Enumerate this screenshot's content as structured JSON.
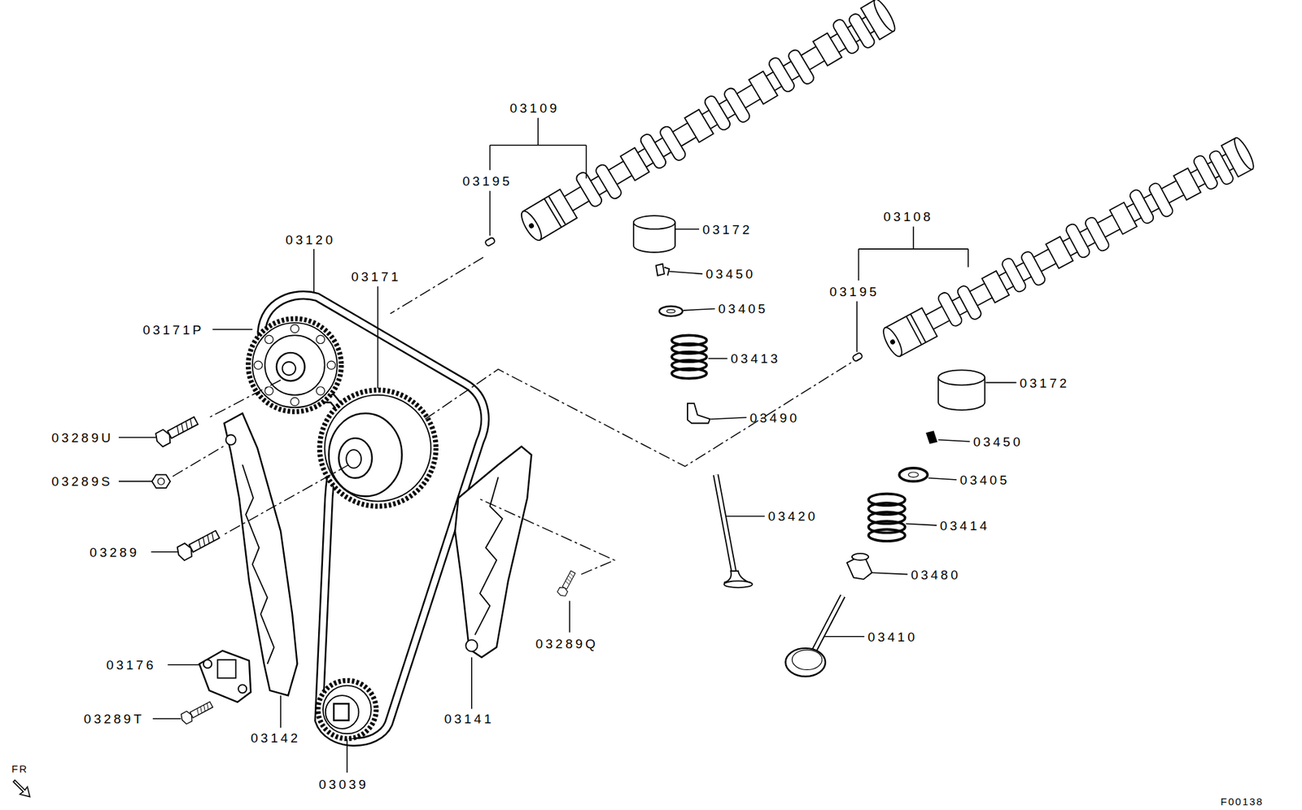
{
  "diagram": {
    "labels": [
      "03109",
      "03195",
      "03172",
      "03120",
      "03171",
      "03450",
      "03108",
      "03195",
      "03405",
      "03171P",
      "03413",
      "03172",
      "03490",
      "03289U",
      "03450",
      "03289S",
      "03405",
      "03420",
      "03414",
      "03289",
      "03480",
      "03289Q",
      "03410",
      "03176",
      "03289T",
      "03142",
      "03141",
      "03039",
      "FR",
      "F00138"
    ]
  }
}
